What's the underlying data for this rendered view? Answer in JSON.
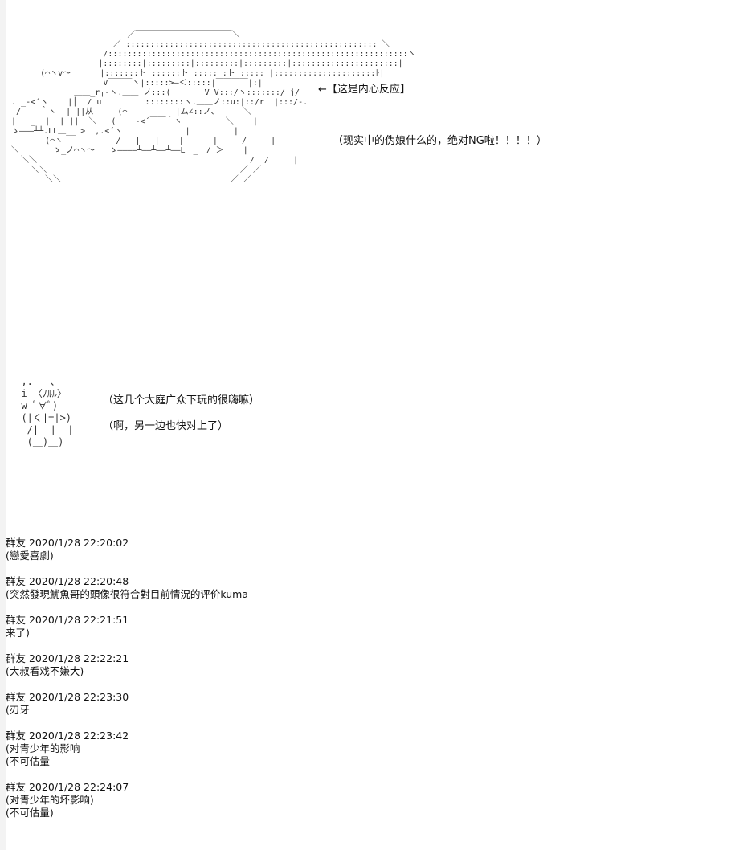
{
  "scene1": {
    "art_lines": [
      "                         ／￣￣￣￣￣￣￣￣￣￣￣￣＼",
      "                      ／ :::::::::::::::::::::::::::::::::::::::::::::::::::: ＼",
      "                    /::::::::::::::::::::::::::::::::::::::::::::::::::::::::::::::ヽ",
      "                   |::::::::|:::::::::|:::::::::|:::::::::|::::::::::::::::::::::|",
      "       (⌒ヽv〜      |:::::::ト ::::::ト ::::: :ト ::::: |:::::::::::::::::::::ﾄ|",
      "                    V￣￣￣ヽ|:::::>―＜:::::|￣￣￣￣|:|",
      "              ＿＿_r┬‐ヽ.＿＿ ノ:::(       V V:::/ヽ:::::::/ j/",
      " . _‐<´ヽ    |│  / u         ::::::::ヽ.＿＿ノ::u:|::/r  |:::/-.",
      "  /    ｀ヽ  | ||从     (⌒          |ム∠::ノ、     ＼",
      " |   _  |  | ||  ＼   (    ‐<´￣￣｀ヽ         ＼    |",
      " ゝ―――┴┴.LL＿__ >  ,.<´ヽ     |       |         |",
      "        (⌒ヽ           /   |   |    |      |     /     |",
      " ＼       ゝ_ノ⌒ヽ〜   ゝ――――┴――┴――┴――L＿_＿/ ＞    |",
      "   ＼＼                                            /  /     |",
      "     ＼＼                                        ／ ／",
      "        ＼＼                                   ／ ／"
    ],
    "notes": [
      "←【这是内心反应】",
      "（现实中的伪娘什么的，绝对NG啦！！！！）"
    ]
  },
  "scene2": {
    "art_lines": [
      "  ,.-‐ 、",
      "  i 〈ﾉﾙﾙ〉",
      "  w ﾟ∀ﾟ)",
      "  (|く|=|>)",
      "   /|  |  |",
      "   (＿)＿)"
    ],
    "notes": [
      "（这几个大庭广众下玩的很嗨嘛）",
      "（啊，另一边也快对上了）"
    ]
  },
  "chat": [
    {
      "header": "群友 2020/1/28 22:20:02",
      "lines": [
        "(戀愛喜劇)"
      ]
    },
    {
      "header": "群友 2020/1/28 22:20:48",
      "lines": [
        "(突然發現魷魚哥的頭像很符合對目前情況的评价kuma"
      ]
    },
    {
      "header": "群友 2020/1/28 22:21:51",
      "lines": [
        "来了)"
      ]
    },
    {
      "header": "群友 2020/1/28 22:22:21",
      "lines": [
        "(大叔看戏不嫌大)"
      ]
    },
    {
      "header": "群友 2020/1/28 22:23:30",
      "lines": [
        "(刃牙"
      ]
    },
    {
      "header": "群友 2020/1/28 22:23:42",
      "lines": [
        "(对青少年的影响",
        "(不可估量"
      ]
    },
    {
      "header": "群友 2020/1/28 22:24:07",
      "lines": [
        "(对青少年的坏影响)",
        "(不可估量)"
      ]
    }
  ]
}
